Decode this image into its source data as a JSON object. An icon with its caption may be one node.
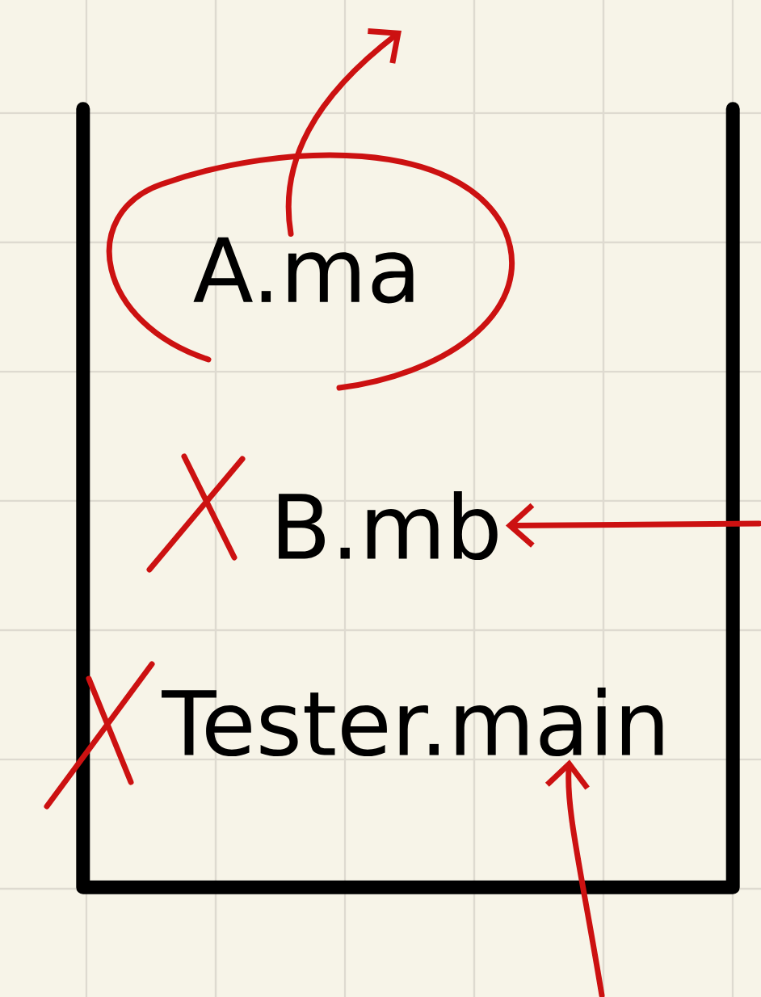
{
  "diagram": {
    "nodes": [
      {
        "text": [],
        "shape": "box"
      },
      {
        "text": [
          "A.ma"
        ],
        "in": 0
      },
      {
        "text": [
          "B.mb"
        ],
        "in": 0
      },
      {
        "text": [
          "Tester.main"
        ],
        "in": 0
      }
    ],
    "edges": [
      {
        "from": null,
        "to": 3,
        "arrow": "to"
      },
      {
        "from": null,
        "to": 2,
        "arrow": "to"
      },
      {
        "from": 1,
        "to": null,
        "arrow": "to"
      }
    ]
  }
}
